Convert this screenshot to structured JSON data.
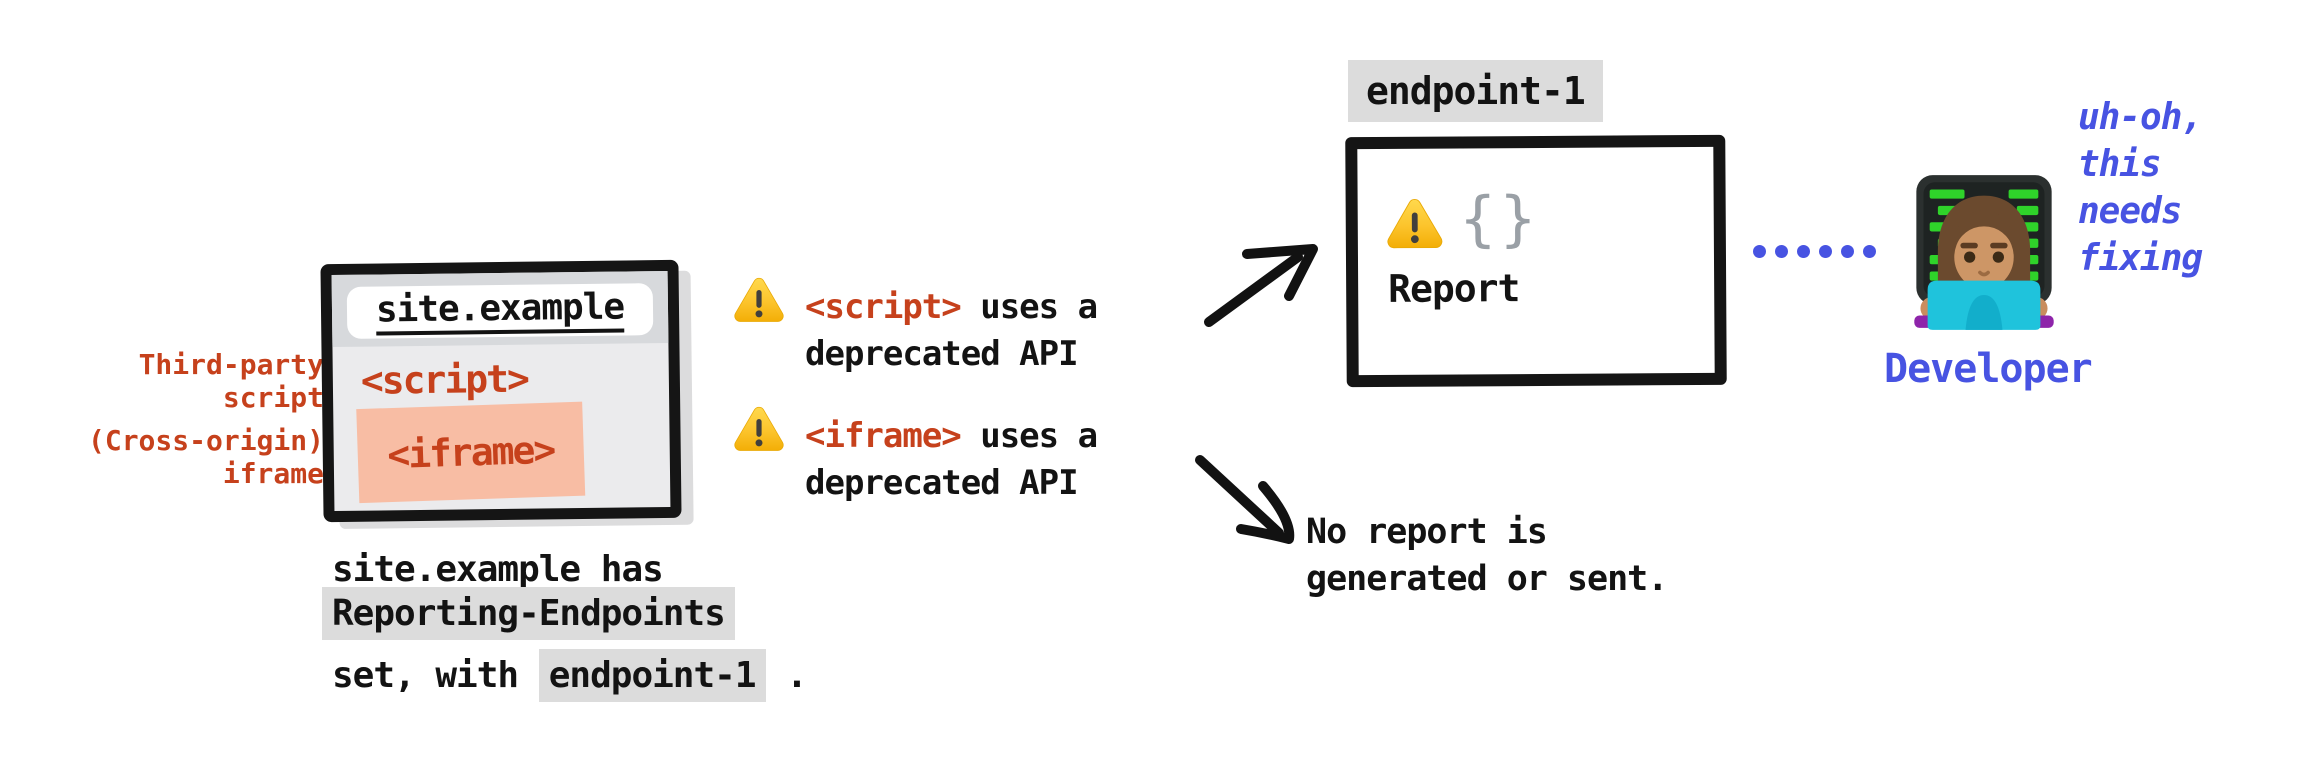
{
  "browser_window": {
    "url": "site.example",
    "script_tag": "<script>",
    "iframe_tag": "<iframe>",
    "side_labels": {
      "third_party_line1": "Third-party",
      "third_party_line2": "script",
      "cross_origin_line1": "(Cross-origin)",
      "cross_origin_line2": "iframe"
    }
  },
  "caption": {
    "site": "site.example",
    "after_site": " has",
    "header_name": "Reporting-Endpoints",
    "before_endpoint": "set, with ",
    "endpoint": "endpoint-1",
    "after_endpoint": " ."
  },
  "warnings": [
    {
      "icon": "warning-icon",
      "tag": "<script>",
      "rest": " uses a",
      "line2": "deprecated API"
    },
    {
      "icon": "warning-icon",
      "tag": "<iframe>",
      "rest": " uses a",
      "line2": "deprecated API"
    }
  ],
  "endpoint_box": {
    "label": "endpoint-1",
    "icon": "warning-icon",
    "braces": "{}",
    "report_label": "Report"
  },
  "no_report": {
    "line1": "No report is",
    "line2": "generated or sent."
  },
  "developer": {
    "emoji": "woman-technologist-emoji",
    "label": "Developer",
    "thought_line1": "uh-oh,",
    "thought_line2": "this",
    "thought_line3": "needs",
    "thought_line4": "fixing"
  },
  "colors": {
    "red_orange": "#c6411c",
    "salmon_highlight": "#f8bda4",
    "gray_highlight": "#dcdcdc",
    "blue": "#4753e2",
    "stroke_black": "#151515",
    "brace_gray": "#9aa0a6",
    "warning_yellow": "#fcc934"
  }
}
